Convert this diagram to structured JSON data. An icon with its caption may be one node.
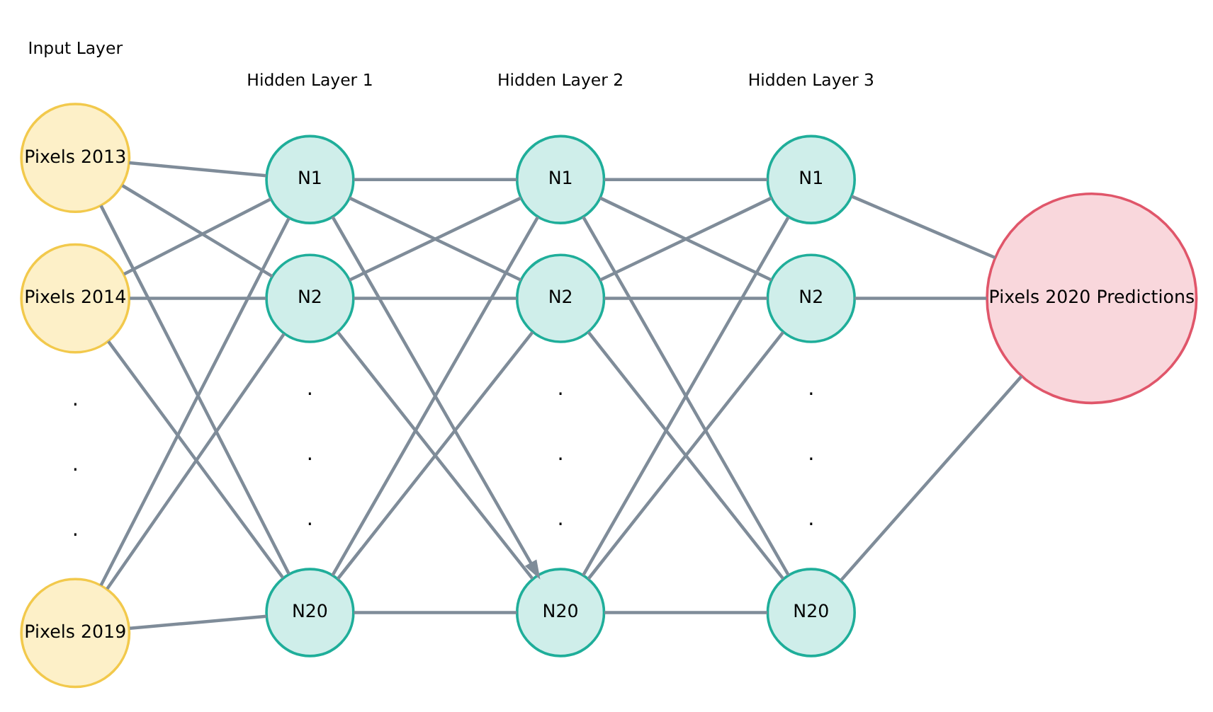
{
  "diagram": {
    "nodes": [
      {
        "text": [
          "Pixels 2013"
        ]
      },
      {
        "text": [
          "Pixels 2014"
        ]
      },
      {
        "text": [
          "Pixels 2019"
        ]
      },
      {
        "text": [
          "N1"
        ]
      },
      {
        "text": [
          "N2"
        ]
      },
      {
        "text": [
          "N20"
        ]
      },
      {
        "text": [
          "N1"
        ]
      },
      {
        "text": [
          "N2"
        ]
      },
      {
        "text": [
          "N20"
        ]
      },
      {
        "text": [
          "N1"
        ]
      },
      {
        "text": [
          "N2"
        ]
      },
      {
        "text": [
          "N20"
        ]
      },
      {
        "text": [
          "Pixels 2020 Predictions"
        ]
      }
    ],
    "edges": [
      {
        "from": 0,
        "to": 3,
        "arrow": "none"
      },
      {
        "from": 0,
        "to": 4,
        "arrow": "none"
      },
      {
        "from": 0,
        "to": 5,
        "arrow": "none"
      },
      {
        "from": 1,
        "to": 3,
        "arrow": "none"
      },
      {
        "from": 1,
        "to": 4,
        "arrow": "none"
      },
      {
        "from": 1,
        "to": 5,
        "arrow": "none"
      },
      {
        "from": 2,
        "to": 3,
        "arrow": "none"
      },
      {
        "from": 2,
        "to": 4,
        "arrow": "none"
      },
      {
        "from": 2,
        "to": 5,
        "arrow": "none"
      },
      {
        "from": 3,
        "to": 6,
        "arrow": "none"
      },
      {
        "from": 3,
        "to": 7,
        "arrow": "none"
      },
      {
        "from": 3,
        "to": 8,
        "arrow": "to"
      },
      {
        "from": 4,
        "to": 6,
        "arrow": "none"
      },
      {
        "from": 4,
        "to": 7,
        "arrow": "none"
      },
      {
        "from": 4,
        "to": 8,
        "arrow": "none"
      },
      {
        "from": 5,
        "to": 6,
        "arrow": "none"
      },
      {
        "from": 5,
        "to": 7,
        "arrow": "none"
      },
      {
        "from": 5,
        "to": 8,
        "arrow": "none"
      },
      {
        "from": 6,
        "to": 9,
        "arrow": "none"
      },
      {
        "from": 6,
        "to": 10,
        "arrow": "none"
      },
      {
        "from": 6,
        "to": 11,
        "arrow": "none"
      },
      {
        "from": 7,
        "to": 9,
        "arrow": "none"
      },
      {
        "from": 7,
        "to": 10,
        "arrow": "none"
      },
      {
        "from": 7,
        "to": 11,
        "arrow": "none"
      },
      {
        "from": 8,
        "to": 9,
        "arrow": "none"
      },
      {
        "from": 8,
        "to": 10,
        "arrow": "none"
      },
      {
        "from": 8,
        "to": 11,
        "arrow": "none"
      },
      {
        "from": 9,
        "to": 12,
        "arrow": "none"
      },
      {
        "from": 10,
        "to": 12,
        "arrow": "none"
      },
      {
        "from": 11,
        "to": 12,
        "arrow": "none"
      }
    ],
    "labels": [
      "Input Layer",
      "Hidden Layer 1",
      "Hidden Layer 2",
      "Hidden Layer 3",
      ".",
      ".",
      ".",
      ".",
      ".",
      ".",
      ".",
      ".",
      ".",
      ".",
      ".",
      "."
    ]
  }
}
